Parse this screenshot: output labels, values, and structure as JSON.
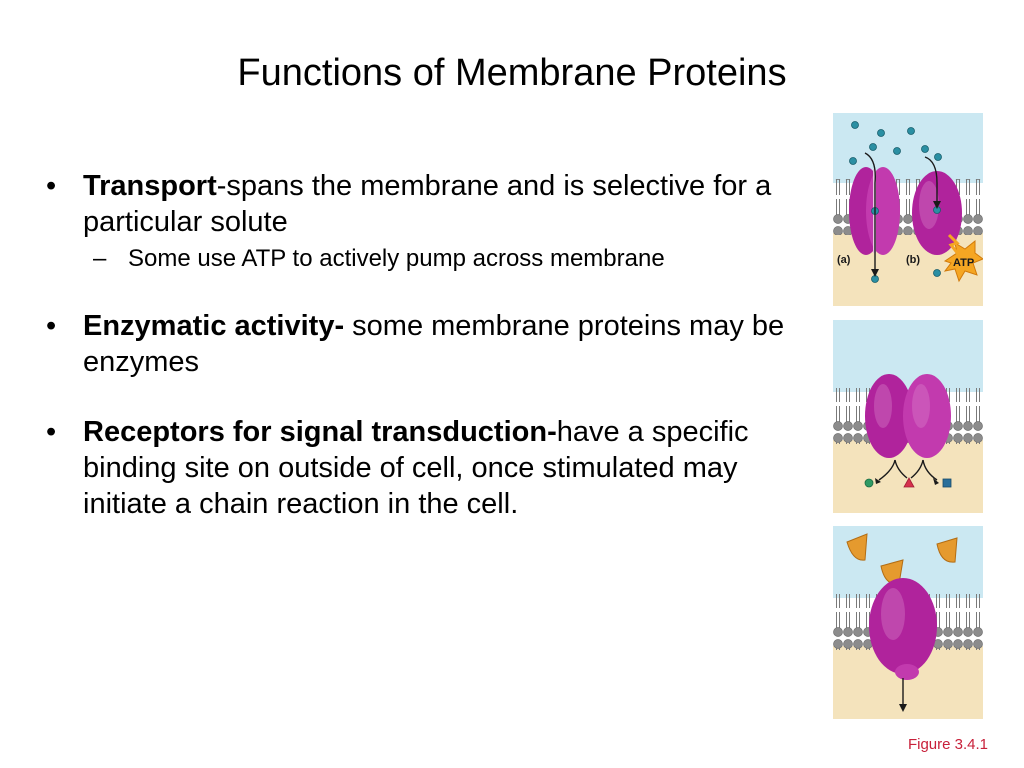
{
  "title": "Functions of Membrane Proteins",
  "bullets": [
    {
      "bold": "Transport",
      "text": "-spans the membrane and is selective for a particular solute",
      "sub": "Some use ATP to actively pump across membrane"
    },
    {
      "bold": "Enzymatic activity-",
      "text": " some membrane proteins may be enzymes"
    },
    {
      "bold": "Receptors for signal transduction-",
      "text": "have a specific binding site on outside of cell, once stimulated may initiate a chain reaction in the cell."
    }
  ],
  "figure": {
    "panel1": {
      "label_a": "(a)",
      "label_b": "(b)",
      "atp": "ATP"
    },
    "caption": "Figure 3.4.1"
  },
  "colors": {
    "water": "#cbe8f2",
    "cytoplasm": "#f4e3bc",
    "protein": "#b0239c",
    "signal": "#e59a2e",
    "caption": "#c8203a"
  }
}
